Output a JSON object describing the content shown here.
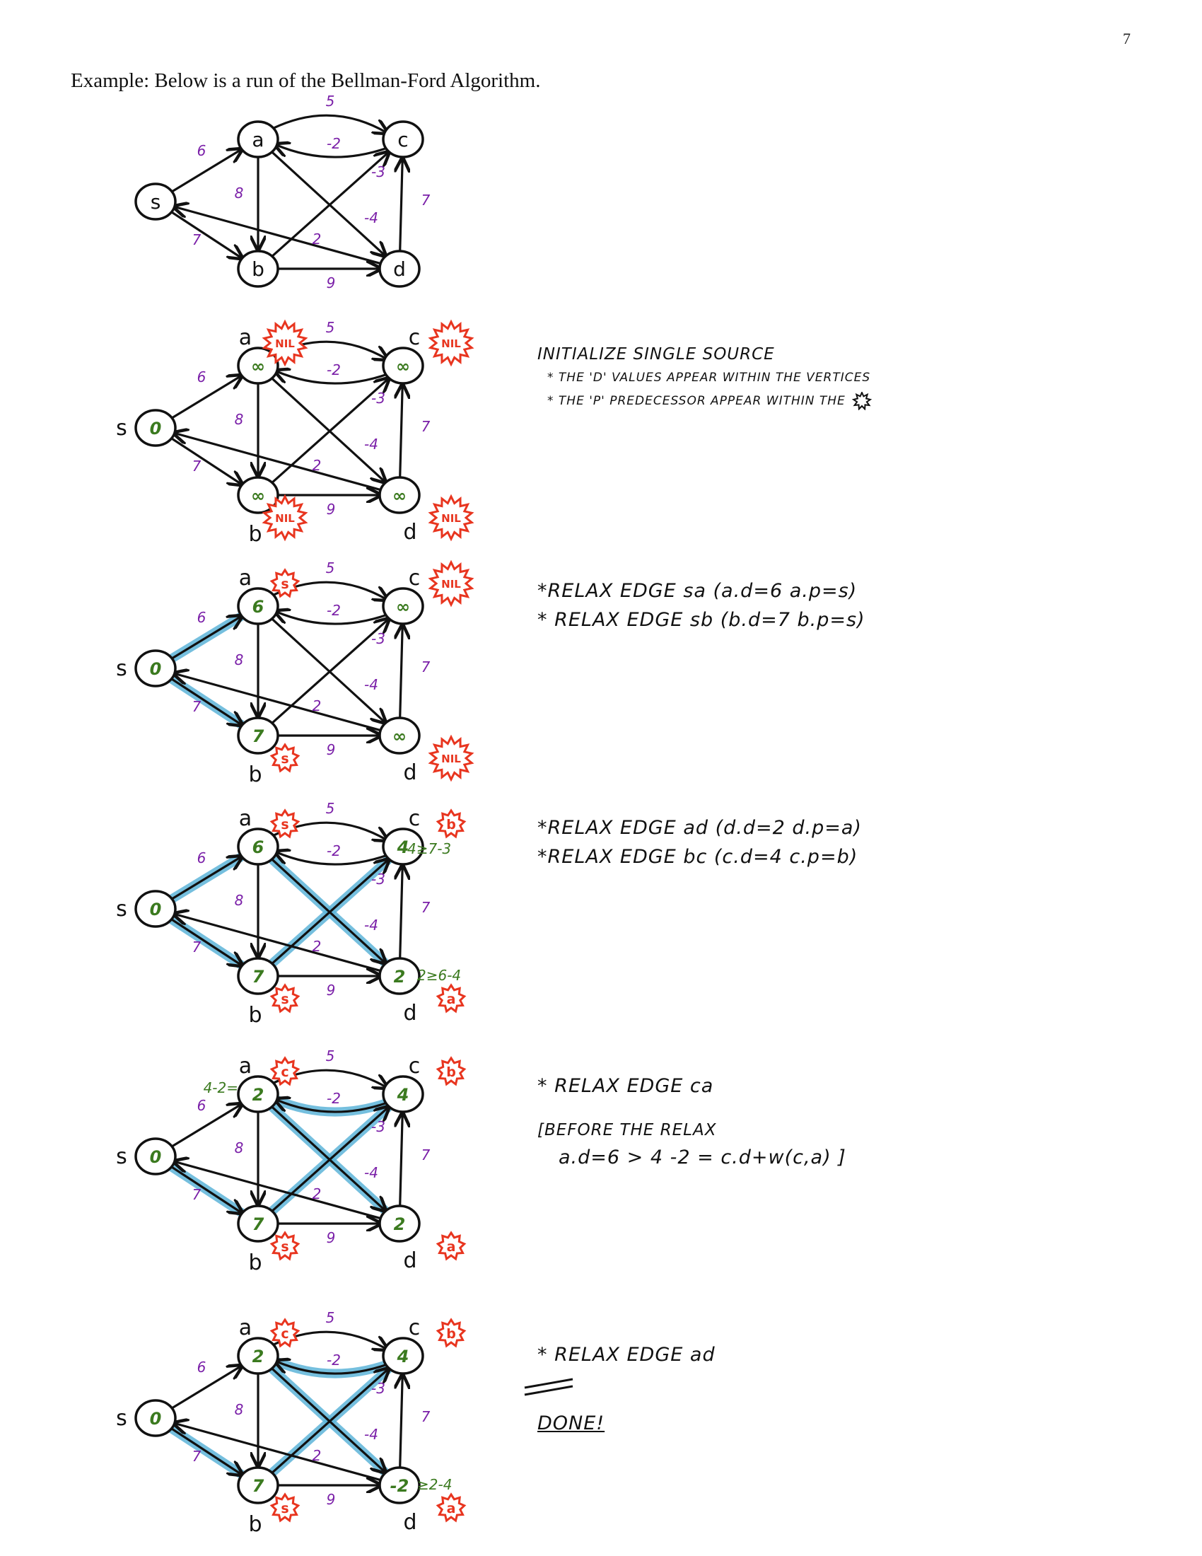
{
  "page_number": "7",
  "intro": "Example: Below is a run of the Bellman-Ford Algorithm.",
  "colors": {
    "weights": "#7a1fa8",
    "d_values": "#3b7a1f",
    "predecessor": "#e8351f",
    "highlight": "#5db4d8",
    "ink": "#111111"
  },
  "graph": {
    "vertices": [
      "s",
      "a",
      "b",
      "c",
      "d"
    ],
    "edges": [
      {
        "from": "s",
        "to": "a",
        "w": "6"
      },
      {
        "from": "s",
        "to": "b",
        "w": "7"
      },
      {
        "from": "a",
        "to": "c",
        "w": "5"
      },
      {
        "from": "c",
        "to": "a",
        "w": "-2"
      },
      {
        "from": "a",
        "to": "b",
        "w": "8"
      },
      {
        "from": "b",
        "to": "c",
        "w": "-3"
      },
      {
        "from": "a",
        "to": "d",
        "w": "-4"
      },
      {
        "from": "d",
        "to": "c",
        "w": "7"
      },
      {
        "from": "b",
        "to": "d",
        "w": "9"
      },
      {
        "from": "d",
        "to": "s",
        "w": "2"
      }
    ]
  },
  "panels": [
    {
      "d": {
        "s": "",
        "a": "",
        "b": "",
        "c": "",
        "d": ""
      },
      "p": null,
      "highlight": [],
      "notes": []
    },
    {
      "d": {
        "s": "0",
        "a": "∞",
        "b": "∞",
        "c": "∞",
        "d": "∞"
      },
      "p": {
        "a": "NIL",
        "b": "NIL",
        "c": "NIL",
        "d": "NIL"
      },
      "highlight": [],
      "notes": [
        {
          "text": "Initialize Single Source",
          "style": "n-med"
        },
        {
          "text": "* The 'd' values appear within the vertices",
          "style": "n-small"
        },
        {
          "text": "* The 'p' predecessor appear within the",
          "style": "n-small",
          "burst": true
        }
      ]
    },
    {
      "d": {
        "s": "0",
        "a": "6",
        "b": "7",
        "c": "∞",
        "d": "∞"
      },
      "p": {
        "a": "s",
        "b": "s",
        "c": "NIL",
        "d": "NIL"
      },
      "highlight": [
        "sa",
        "sb"
      ],
      "notes": [
        {
          "text": "*RELAX EDGE sa (a.d=6  a.p=s)",
          "style": "n-big"
        },
        {
          "text": "* RELAX EDGE sb  (b.d=7  b.p=s)",
          "style": "n-big"
        }
      ]
    },
    {
      "d": {
        "s": "0",
        "a": "6",
        "b": "7",
        "c": "4",
        "d": "2"
      },
      "p": {
        "a": "s",
        "b": "s",
        "c": "b",
        "d": "a"
      },
      "highlight": [
        "sa",
        "sb",
        "ad",
        "bc"
      ],
      "annotations": {
        "c": "4≥7-3",
        "d": "2≥6-4"
      },
      "notes": [
        {
          "text": "*RELAX EDGE ad (d.d=2  d.p=a)",
          "style": "n-big"
        },
        {
          "text": "*RELAX EDGE bc (c.d=4   c.p=b)",
          "style": "n-big"
        }
      ]
    },
    {
      "d": {
        "s": "0",
        "a": "2",
        "b": "7",
        "c": "4",
        "d": "2"
      },
      "p": {
        "a": "c",
        "b": "s",
        "c": "b",
        "d": "a"
      },
      "highlight": [
        "sb",
        "ad",
        "bc",
        "ca"
      ],
      "annotations": {
        "a": "4-2="
      },
      "notes": [
        {
          "text": "* RELAX EDGE ca",
          "style": "n-big"
        },
        {
          "text": "[BEFORE THE RELAX",
          "style": "n-med"
        },
        {
          "text": "a.d=6 > 4 -2 = c.d+w(c,a) ]",
          "style": "n-big"
        }
      ]
    },
    {
      "d": {
        "s": "0",
        "a": "2",
        "b": "7",
        "c": "4",
        "d": "-2"
      },
      "p": {
        "a": "c",
        "b": "s",
        "c": "b",
        "d": "a"
      },
      "highlight": [
        "sb",
        "ad",
        "bc",
        "ca"
      ],
      "annotations": {
        "d": "≥2-4"
      },
      "notes": [
        {
          "text": "* RELAX EDGE ad",
          "style": "n-big"
        },
        {
          "text": "DONE!",
          "style": "n-big"
        }
      ]
    }
  ]
}
